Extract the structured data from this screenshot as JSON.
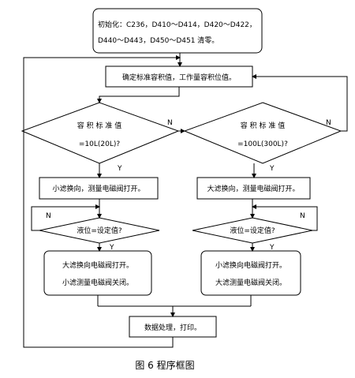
{
  "init_box": {
    "line1": "初始化：C236，D410～D414，D420～D422，",
    "line2": "D440～D443，D450～D451 清零。"
  },
  "setup_box": "确定标准容积值，工作量容积位值。",
  "left_decision": {
    "line1": "容 积 标 准 值",
    "line2": "=10L(20L)?"
  },
  "right_decision": {
    "line1": "容 积 标 准 值",
    "line2": "=100L(300L)?"
  },
  "left_open": "小滤换向，测量电磁阀打开。",
  "right_open": "大滤换向，测量电磁阀打开。",
  "left_level": "液位=设定值?",
  "right_level": "液位=设定值?",
  "left_action": {
    "line1": "大滤换向电磁阀打开。",
    "line2": "小滤测量电磁阀关闭。"
  },
  "right_action": {
    "line1": "小滤换向电磁阀打开。",
    "line2": "大滤测量电磁阀关闭。"
  },
  "process_box": "数据处理，打印。",
  "labels": {
    "yes": "Y",
    "no": "N"
  },
  "caption": "图 6  程序框图"
}
